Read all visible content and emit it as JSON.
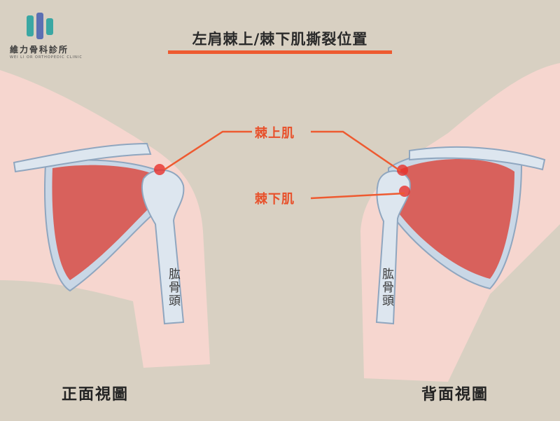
{
  "title": "左肩棘上/棘下肌撕裂位置",
  "logo": {
    "name": "維力骨科診所",
    "subtitle": "WEI LI OR ORTHOPEDIC CLINIC"
  },
  "labels": {
    "supraspinatus": "棘上肌",
    "infraspinatus": "棘下肌"
  },
  "bone_label": "肱骨頭",
  "views": {
    "front": "正面視圖",
    "back": "背面視圖"
  },
  "colors": {
    "accent": "#e8502a",
    "background": "#d8d0c2",
    "muscle": "#d9544c"
  }
}
